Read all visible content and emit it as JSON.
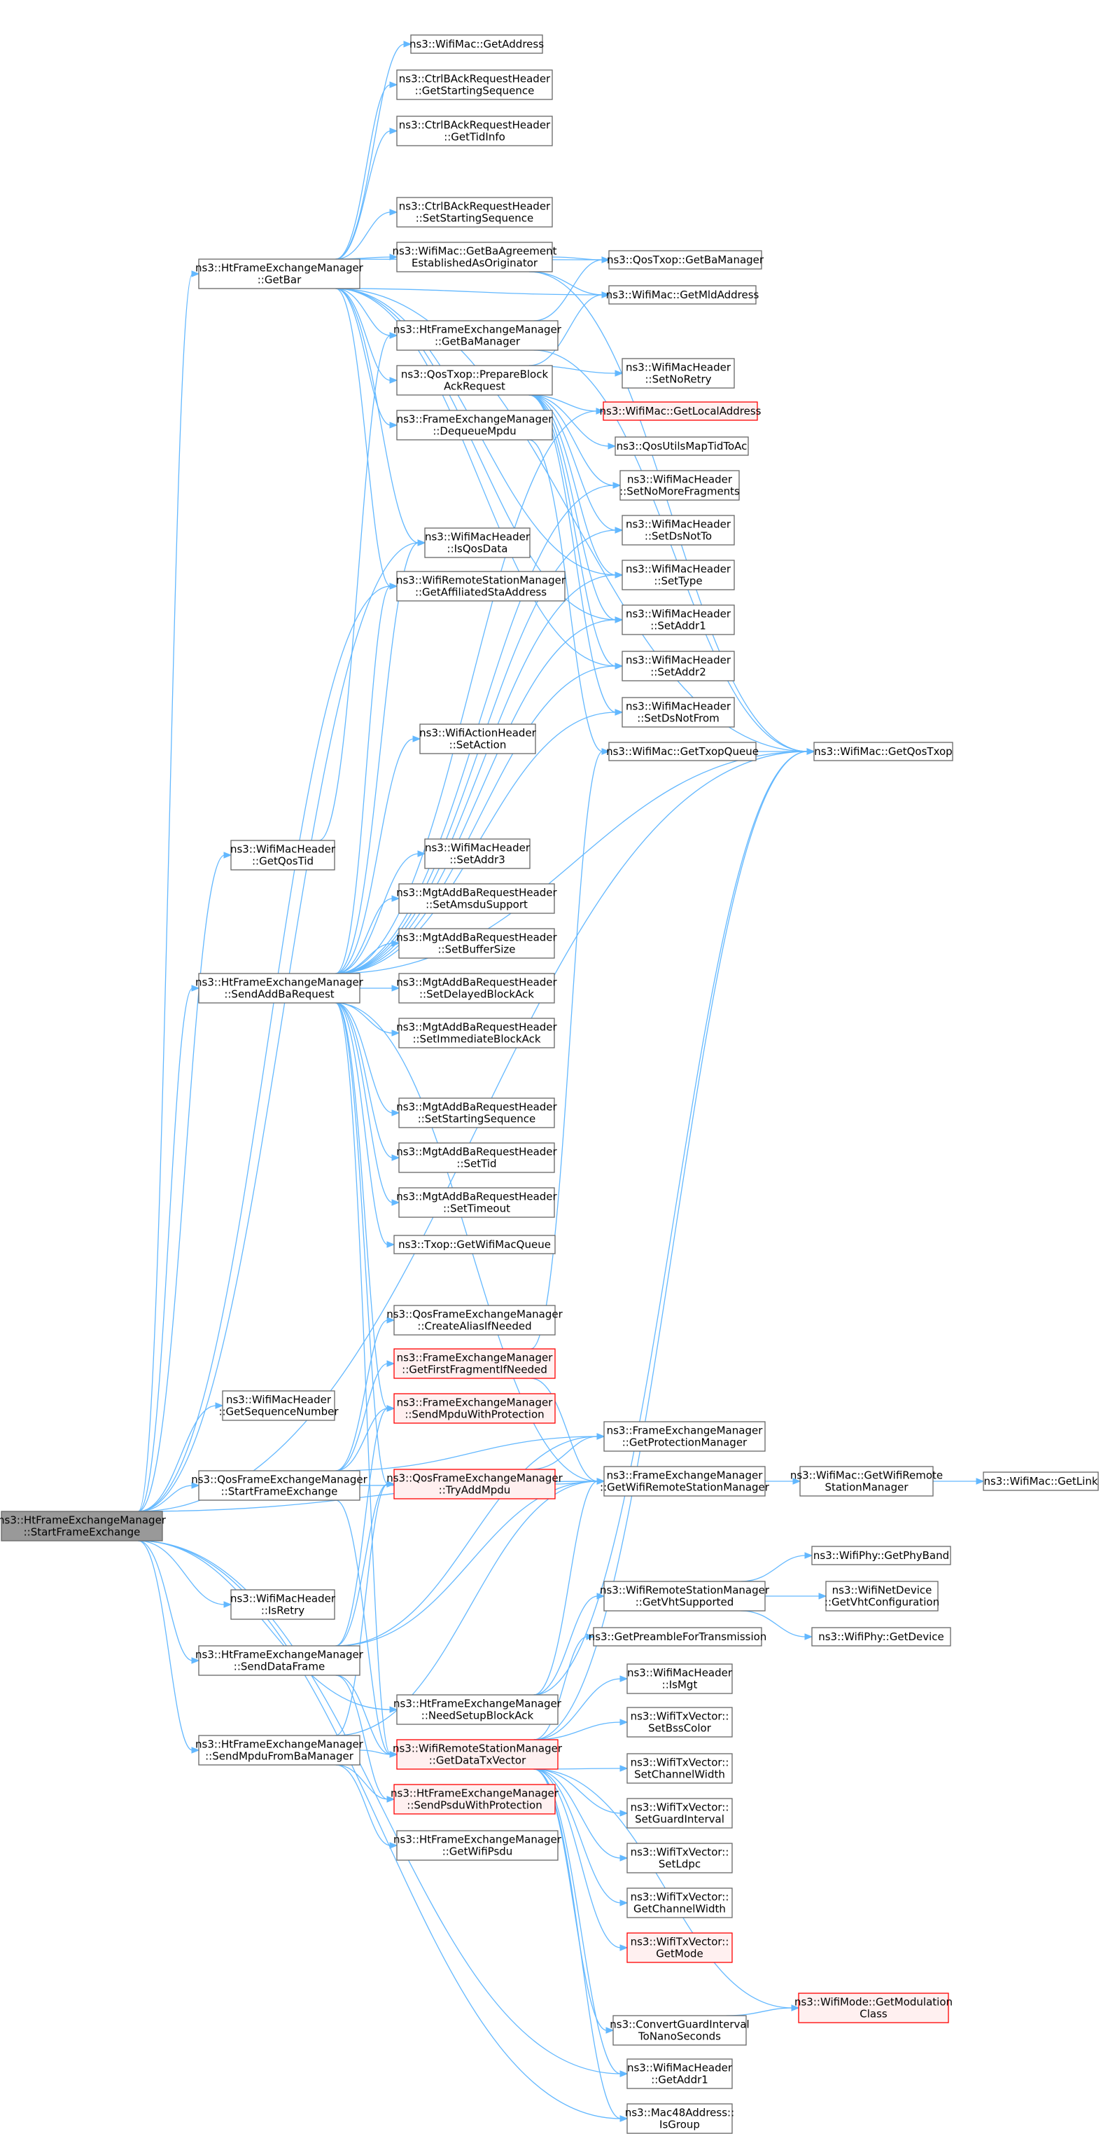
{
  "colors": {
    "edge": "#63b8ff",
    "node_border": "#666666",
    "warn_border": "#ff0000",
    "warn_fill": "#fff0f0",
    "root_fill": "#999999"
  },
  "nodes": {
    "root": [
      "ns3::HtFrameExchangeManager",
      "::StartFrameExchange"
    ],
    "getBar": [
      "ns3::HtFrameExchangeManager",
      "::GetBar"
    ],
    "wmGetAddress": [
      "ns3::WifiMac::GetAddress"
    ],
    "cbarGetSS": [
      "ns3::CtrlBAckRequestHeader",
      "::GetStartingSequence"
    ],
    "cbarGetTid": [
      "ns3::CtrlBAckRequestHeader",
      "::GetTidInfo"
    ],
    "cbarSetSS": [
      "ns3::CtrlBAckRequestHeader",
      "::SetStartingSequence"
    ],
    "wmGetBaAgr": [
      "ns3::WifiMac::GetBaAgreement",
      "EstablishedAsOriginator"
    ],
    "qosGetBaMgr": [
      "ns3::QosTxop::GetBaManager"
    ],
    "wmGetMld": [
      "ns3::WifiMac::GetMldAddress"
    ],
    "htGetBaMgr": [
      "ns3::HtFrameExchangeManager",
      "::GetBaManager"
    ],
    "qosPrepBar": [
      "ns3::QosTxop::PrepareBlock",
      "AckRequest"
    ],
    "wmhSetNoRetry": [
      "ns3::WifiMacHeader",
      "::SetNoRetry"
    ],
    "wmGetLocal": [
      "ns3::WifiMac::GetLocalAddress"
    ],
    "qosMapTid": [
      "ns3::QosUtilsMapTidToAc"
    ],
    "wmhSetNoMore": [
      "ns3::WifiMacHeader",
      "::SetNoMoreFragments"
    ],
    "femDequeue": [
      "ns3::FrameExchangeManager",
      "::DequeueMpdu"
    ],
    "wmhSetDsNotTo": [
      "ns3::WifiMacHeader",
      "::SetDsNotTo"
    ],
    "wmhIsQos": [
      "ns3::WifiMacHeader",
      "::IsQosData"
    ],
    "wrsmGetAffil": [
      "ns3::WifiRemoteStationManager",
      "::GetAffiliatedStaAddress"
    ],
    "wmhSetType": [
      "ns3::WifiMacHeader",
      "::SetType"
    ],
    "wmhSetAddr1": [
      "ns3::WifiMacHeader",
      "::SetAddr1"
    ],
    "wmhSetAddr2": [
      "ns3::WifiMacHeader",
      "::SetAddr2"
    ],
    "wmhSetDsNotFrom": [
      "ns3::WifiMacHeader",
      "::SetDsNotFrom"
    ],
    "wahSetAction": [
      "ns3::WifiActionHeader",
      "::SetAction"
    ],
    "wmGetTxop": [
      "ns3::WifiMac::GetTxopQueue"
    ],
    "wmGetQos": [
      "ns3::WifiMac::GetQosTxop"
    ],
    "wmhGetQosTid": [
      "ns3::WifiMacHeader",
      "::GetQosTid"
    ],
    "wmhSetAddr3": [
      "ns3::WifiMacHeader",
      "::SetAddr3"
    ],
    "mabSetAmsdu": [
      "ns3::MgtAddBaRequestHeader",
      "::SetAmsduSupport"
    ],
    "mabSetBuf": [
      "ns3::MgtAddBaRequestHeader",
      "::SetBufferSize"
    ],
    "htSendAddBa": [
      "ns3::HtFrameExchangeManager",
      "::SendAddBaRequest"
    ],
    "mabSetDelayed": [
      "ns3::MgtAddBaRequestHeader",
      "::SetDelayedBlockAck"
    ],
    "mabSetImm": [
      "ns3::MgtAddBaRequestHeader",
      "::SetImmediateBlockAck"
    ],
    "mabSetSS": [
      "ns3::MgtAddBaRequestHeader",
      "::SetStartingSequence"
    ],
    "mabSetTid": [
      "ns3::MgtAddBaRequestHeader",
      "::SetTid"
    ],
    "mabSetTimeout": [
      "ns3::MgtAddBaRequestHeader",
      "::SetTimeout"
    ],
    "txopGetQueue": [
      "ns3::Txop::GetWifiMacQueue"
    ],
    "qfemCreateAlias": [
      "ns3::QosFrameExchangeManager",
      "::CreateAliasIfNeeded"
    ],
    "femGetFirstFrag": [
      "ns3::FrameExchangeManager",
      "::GetFirstFragmentIfNeeded"
    ],
    "wmhGetSeq": [
      "ns3::WifiMacHeader",
      "::GetSequenceNumber"
    ],
    "femSendMpduProt": [
      "ns3::FrameExchangeManager",
      "::SendMpduWithProtection"
    ],
    "femGetProt": [
      "ns3::FrameExchangeManager",
      "::GetProtectionManager"
    ],
    "qfemStart": [
      "ns3::QosFrameExchangeManager",
      "::StartFrameExchange"
    ],
    "qfemTryAdd": [
      "ns3::QosFrameExchangeManager",
      "::TryAddMpdu"
    ],
    "femGetWrsm": [
      "ns3::FrameExchangeManager",
      "::GetWifiRemoteStationManager"
    ],
    "wmGetWrsm": [
      "ns3::WifiMac::GetWifiRemote",
      "StationManager"
    ],
    "wmGetLink": [
      "ns3::WifiMac::GetLink"
    ],
    "wphyGetBand": [
      "ns3::WifiPhy::GetPhyBand"
    ],
    "wrsmGetVht": [
      "ns3::WifiRemoteStationManager",
      "::GetVhtSupported"
    ],
    "wndGetVht": [
      "ns3::WifiNetDevice",
      "::GetVhtConfiguration"
    ],
    "wmhIsRetry": [
      "ns3::WifiMacHeader",
      "::IsRetry"
    ],
    "wphyGetDevice": [
      "ns3::WifiPhy::GetDevice"
    ],
    "getPreamble": [
      "ns3::GetPreambleForTransmission"
    ],
    "htSendData": [
      "ns3::HtFrameExchangeManager",
      "::SendDataFrame"
    ],
    "wmhIsMgt": [
      "ns3::WifiMacHeader",
      "::IsMgt"
    ],
    "htNeedSetup": [
      "ns3::HtFrameExchangeManager",
      "::NeedSetupBlockAck"
    ],
    "wtvSetBss": [
      "ns3::WifiTxVector::",
      "SetBssColor"
    ],
    "htSendMpduBa": [
      "ns3::HtFrameExchangeManager",
      "::SendMpduFromBaManager"
    ],
    "wrsmGetDataTx": [
      "ns3::WifiRemoteStationManager",
      "::GetDataTxVector"
    ],
    "wtvSetCw": [
      "ns3::WifiTxVector::",
      "SetChannelWidth"
    ],
    "htSendPsdu": [
      "ns3::HtFrameExchangeManager",
      "::SendPsduWithProtection"
    ],
    "wtvSetGi": [
      "ns3::WifiTxVector::",
      "SetGuardInterval"
    ],
    "htGetPsdu": [
      "ns3::HtFrameExchangeManager",
      "::GetWifiPsdu"
    ],
    "wtvSetLdpc": [
      "ns3::WifiTxVector::",
      "SetLdpc"
    ],
    "wtvGetCw": [
      "ns3::WifiTxVector::",
      "GetChannelWidth"
    ],
    "wtvGetMode": [
      "ns3::WifiTxVector::",
      "GetMode"
    ],
    "wmodeGetMod": [
      "ns3::WifiMode::GetModulation",
      "Class"
    ],
    "convGi": [
      "ns3::ConvertGuardInterval",
      "ToNanoSeconds"
    ],
    "wmhGetAddr1": [
      "ns3::WifiMacHeader",
      "::GetAddr1"
    ],
    "macIsGroup": [
      "ns3::Mac48Address::",
      "IsGroup"
    ]
  }
}
